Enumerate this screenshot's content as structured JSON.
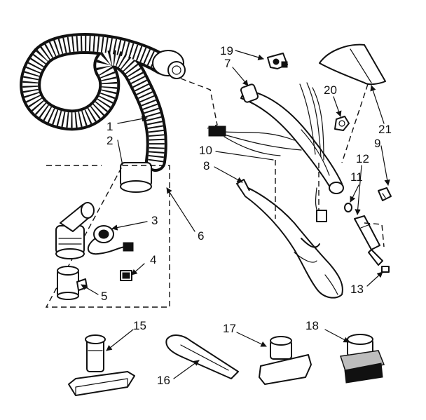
{
  "callouts": {
    "c1": "1",
    "c2": "2",
    "c3": "3",
    "c4": "4",
    "c5": "5",
    "c6": "6",
    "c7": "7",
    "c8": "8",
    "c9": "9",
    "c10": "10",
    "c11": "11",
    "c12": "12",
    "c13": "13",
    "c15": "15",
    "c16": "16",
    "c17": "17",
    "c18": "18",
    "c19": "19",
    "c20": "20",
    "c21": "21"
  },
  "colors": {
    "ink": "#111111",
    "paper": "#ffffff",
    "shade": "#bdbdbd"
  }
}
